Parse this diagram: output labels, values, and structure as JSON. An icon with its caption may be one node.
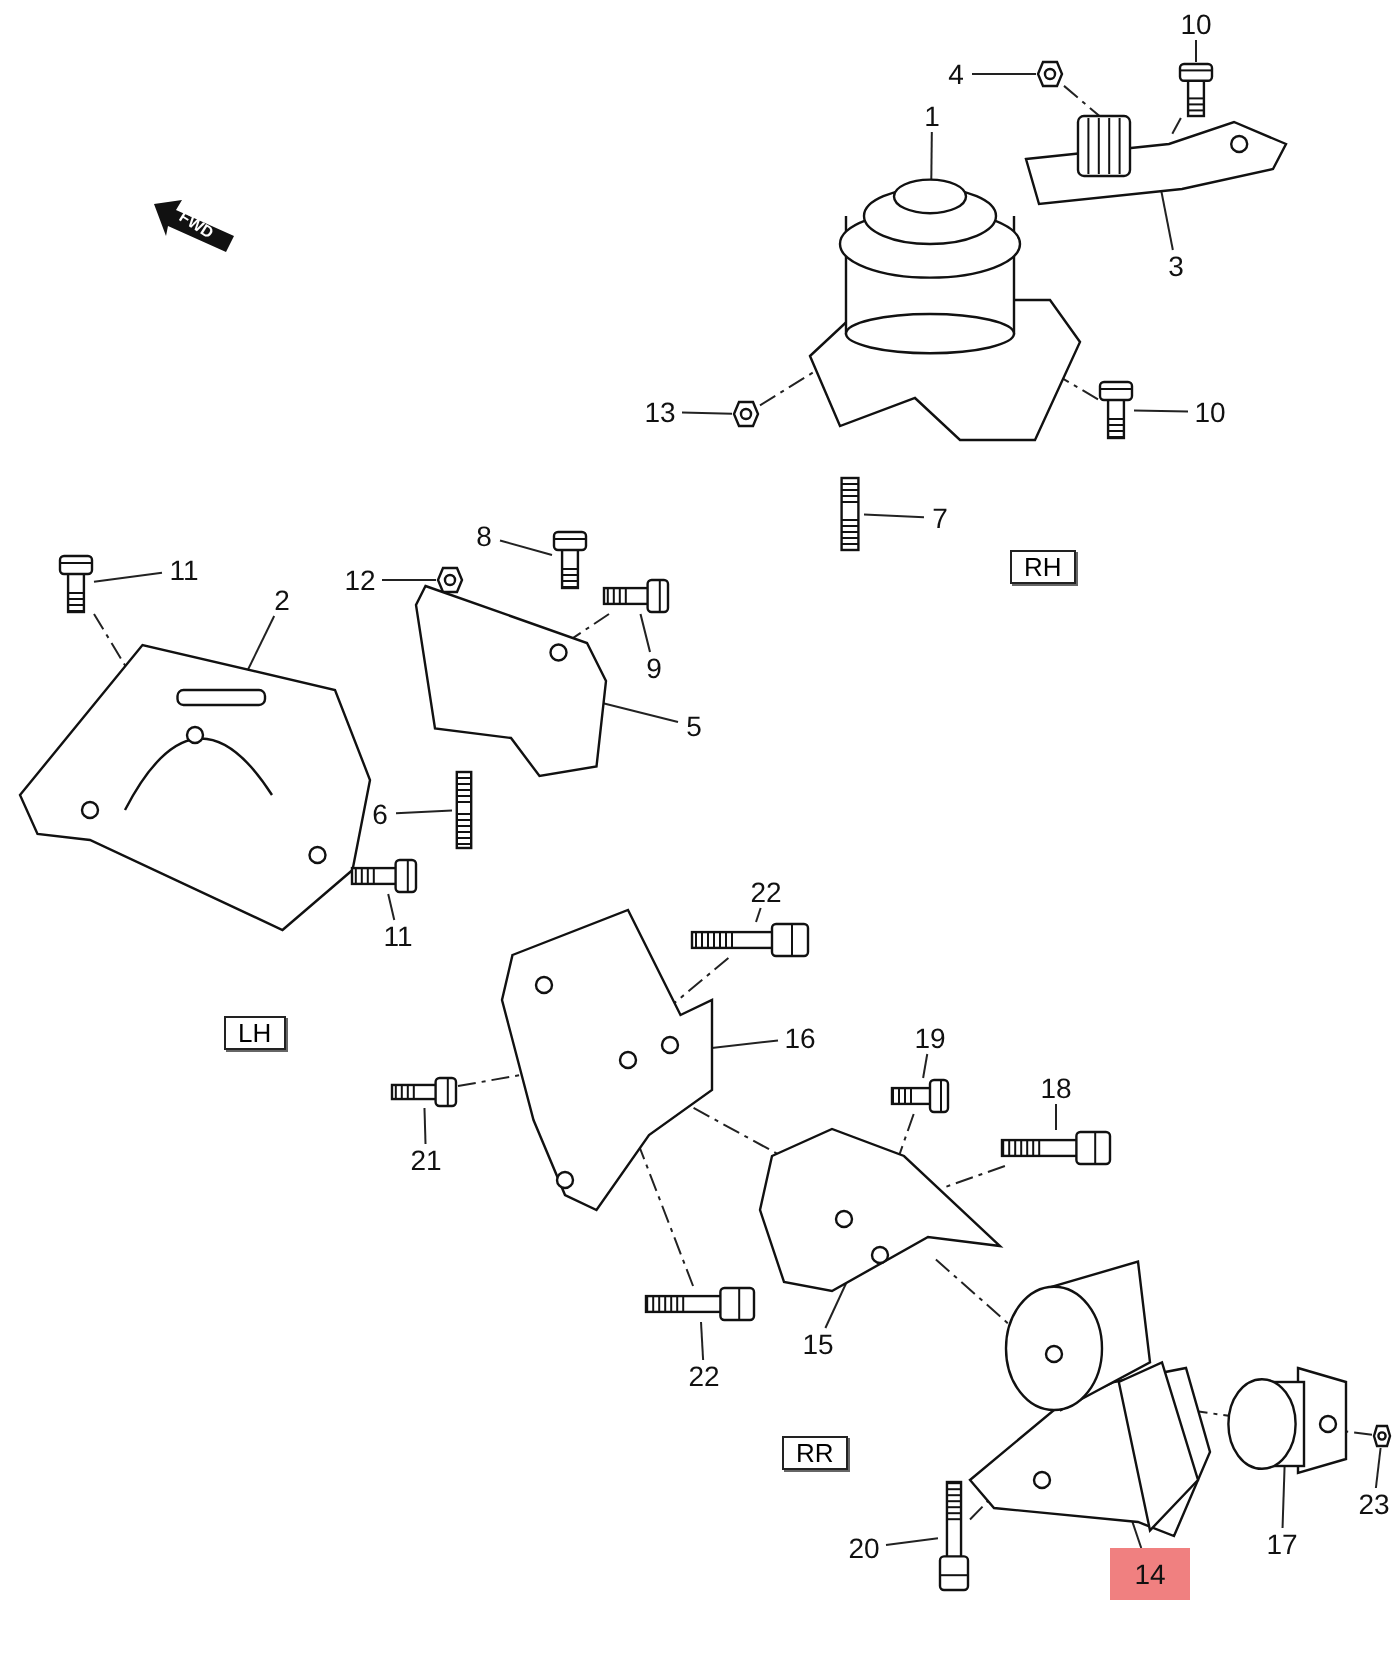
{
  "diagram": {
    "nodes": [
      {
        "text": [
          "10"
        ]
      },
      {
        "text": [],
        "shape": "picture"
      },
      {
        "text": [
          "4"
        ]
      },
      {
        "text": [],
        "shape": "picture"
      },
      {
        "text": [
          "1"
        ]
      },
      {
        "text": [],
        "shape": "picture"
      },
      {
        "text": [
          "3"
        ]
      },
      {
        "text": [],
        "shape": "picture"
      },
      {
        "text": [
          "13"
        ]
      },
      {
        "text": [],
        "shape": "picture"
      },
      {
        "text": [
          "10"
        ]
      },
      {
        "text": [],
        "shape": "picture"
      },
      {
        "text": [
          "7"
        ]
      },
      {
        "text": [],
        "shape": "picture"
      },
      {
        "text": [
          "11"
        ]
      },
      {
        "text": [],
        "shape": "picture"
      },
      {
        "text": [
          "2"
        ]
      },
      {
        "text": [],
        "shape": "picture"
      },
      {
        "text": [
          "8"
        ]
      },
      {
        "text": [],
        "shape": "picture"
      },
      {
        "text": [
          "12"
        ]
      },
      {
        "text": [],
        "shape": "picture"
      },
      {
        "text": [
          "9"
        ]
      },
      {
        "text": [],
        "shape": "picture"
      },
      {
        "text": [
          "5"
        ]
      },
      {
        "text": [],
        "shape": "picture"
      },
      {
        "text": [
          "6"
        ]
      },
      {
        "text": [],
        "shape": "picture"
      },
      {
        "text": [
          "11"
        ]
      },
      {
        "text": [],
        "shape": "picture"
      },
      {
        "text": [
          "22"
        ]
      },
      {
        "text": [],
        "shape": "picture"
      },
      {
        "text": [
          "16"
        ]
      },
      {
        "text": [],
        "shape": "picture"
      },
      {
        "text": [
          "19"
        ]
      },
      {
        "text": [],
        "shape": "picture"
      },
      {
        "text": [
          "18"
        ]
      },
      {
        "text": [],
        "shape": "picture"
      },
      {
        "text": [
          "21"
        ]
      },
      {
        "text": [],
        "shape": "picture"
      },
      {
        "text": [
          "22"
        ]
      },
      {
        "text": [],
        "shape": "picture"
      },
      {
        "text": [
          "15"
        ]
      },
      {
        "text": [],
        "shape": "picture"
      },
      {
        "text": [
          "20"
        ]
      },
      {
        "text": [],
        "shape": "picture"
      },
      {
        "text": [
          "14"
        ]
      },
      {
        "text": [],
        "shape": "picture"
      },
      {
        "text": [
          "17"
        ]
      },
      {
        "text": [],
        "shape": "picture"
      },
      {
        "text": [
          "23"
        ]
      },
      {
        "text": [],
        "shape": "picture"
      }
    ],
    "edges": [
      {
        "from": 0,
        "to": 1,
        "arrow": "none"
      },
      {
        "from": 2,
        "to": 3,
        "arrow": "none"
      },
      {
        "from": 4,
        "to": 5,
        "arrow": "none"
      },
      {
        "from": 6,
        "to": 7,
        "arrow": "none"
      },
      {
        "from": 8,
        "to": 9,
        "arrow": "none"
      },
      {
        "from": 10,
        "to": 11,
        "arrow": "none"
      },
      {
        "from": 12,
        "to": 13,
        "arrow": "none"
      },
      {
        "from": 14,
        "to": 15,
        "arrow": "none"
      },
      {
        "from": 16,
        "to": 17,
        "arrow": "none"
      },
      {
        "from": 18,
        "to": 19,
        "arrow": "none"
      },
      {
        "from": 20,
        "to": 21,
        "arrow": "none"
      },
      {
        "from": 22,
        "to": 23,
        "arrow": "none"
      },
      {
        "from": 24,
        "to": 25,
        "arrow": "none"
      },
      {
        "from": 26,
        "to": 27,
        "arrow": "none"
      },
      {
        "from": 28,
        "to": 29,
        "arrow": "none"
      },
      {
        "from": 30,
        "to": 31,
        "arrow": "none"
      },
      {
        "from": 32,
        "to": 33,
        "arrow": "none"
      },
      {
        "from": 34,
        "to": 35,
        "arrow": "none"
      },
      {
        "from": 36,
        "to": 37,
        "arrow": "none"
      },
      {
        "from": 38,
        "to": 39,
        "arrow": "none"
      },
      {
        "from": 40,
        "to": 41,
        "arrow": "none"
      },
      {
        "from": 42,
        "to": 43,
        "arrow": "none"
      },
      {
        "from": 44,
        "to": 45,
        "arrow": "none"
      },
      {
        "from": 46,
        "to": 47,
        "arrow": "none"
      },
      {
        "from": 48,
        "to": 49,
        "arrow": "none"
      },
      {
        "from": 50,
        "to": 51,
        "arrow": "none"
      },
      {
        "from": 3,
        "to": 7,
        "arrow": "none",
        "style": "dashed"
      },
      {
        "from": 1,
        "to": 7,
        "arrow": "none",
        "style": "dashed"
      },
      {
        "from": 9,
        "to": 5,
        "arrow": "none",
        "style": "dashed"
      },
      {
        "from": 11,
        "to": 5,
        "arrow": "none",
        "style": "dashed"
      },
      {
        "from": 15,
        "to": 17,
        "arrow": "none",
        "style": "dashed"
      },
      {
        "from": 23,
        "to": 25,
        "arrow": "none",
        "style": "dashed"
      },
      {
        "from": 31,
        "to": 33,
        "arrow": "none",
        "style": "dashed"
      },
      {
        "from": 39,
        "to": 33,
        "arrow": "none",
        "style": "dashed"
      },
      {
        "from": 41,
        "to": 33,
        "arrow": "none",
        "style": "dashed"
      },
      {
        "from": 33,
        "to": 43,
        "arrow": "none",
        "style": "dashed"
      },
      {
        "from": 35,
        "to": 43,
        "arrow": "none",
        "style": "dashed"
      },
      {
        "from": 37,
        "to": 43,
        "arrow": "none",
        "style": "dashed"
      },
      {
        "from": 43,
        "to": 47,
        "arrow": "none",
        "style": "dashed"
      },
      {
        "from": 45,
        "to": 47,
        "arrow": "none",
        "style": "dashed"
      },
      {
        "from": 47,
        "to": 49,
        "arrow": "none",
        "style": "dashed"
      },
      {
        "from": 51,
        "to": 49,
        "arrow": "none",
        "style": "dashed"
      }
    ],
    "labels": [
      "FWD",
      "RH",
      "LH",
      "RR"
    ]
  }
}
